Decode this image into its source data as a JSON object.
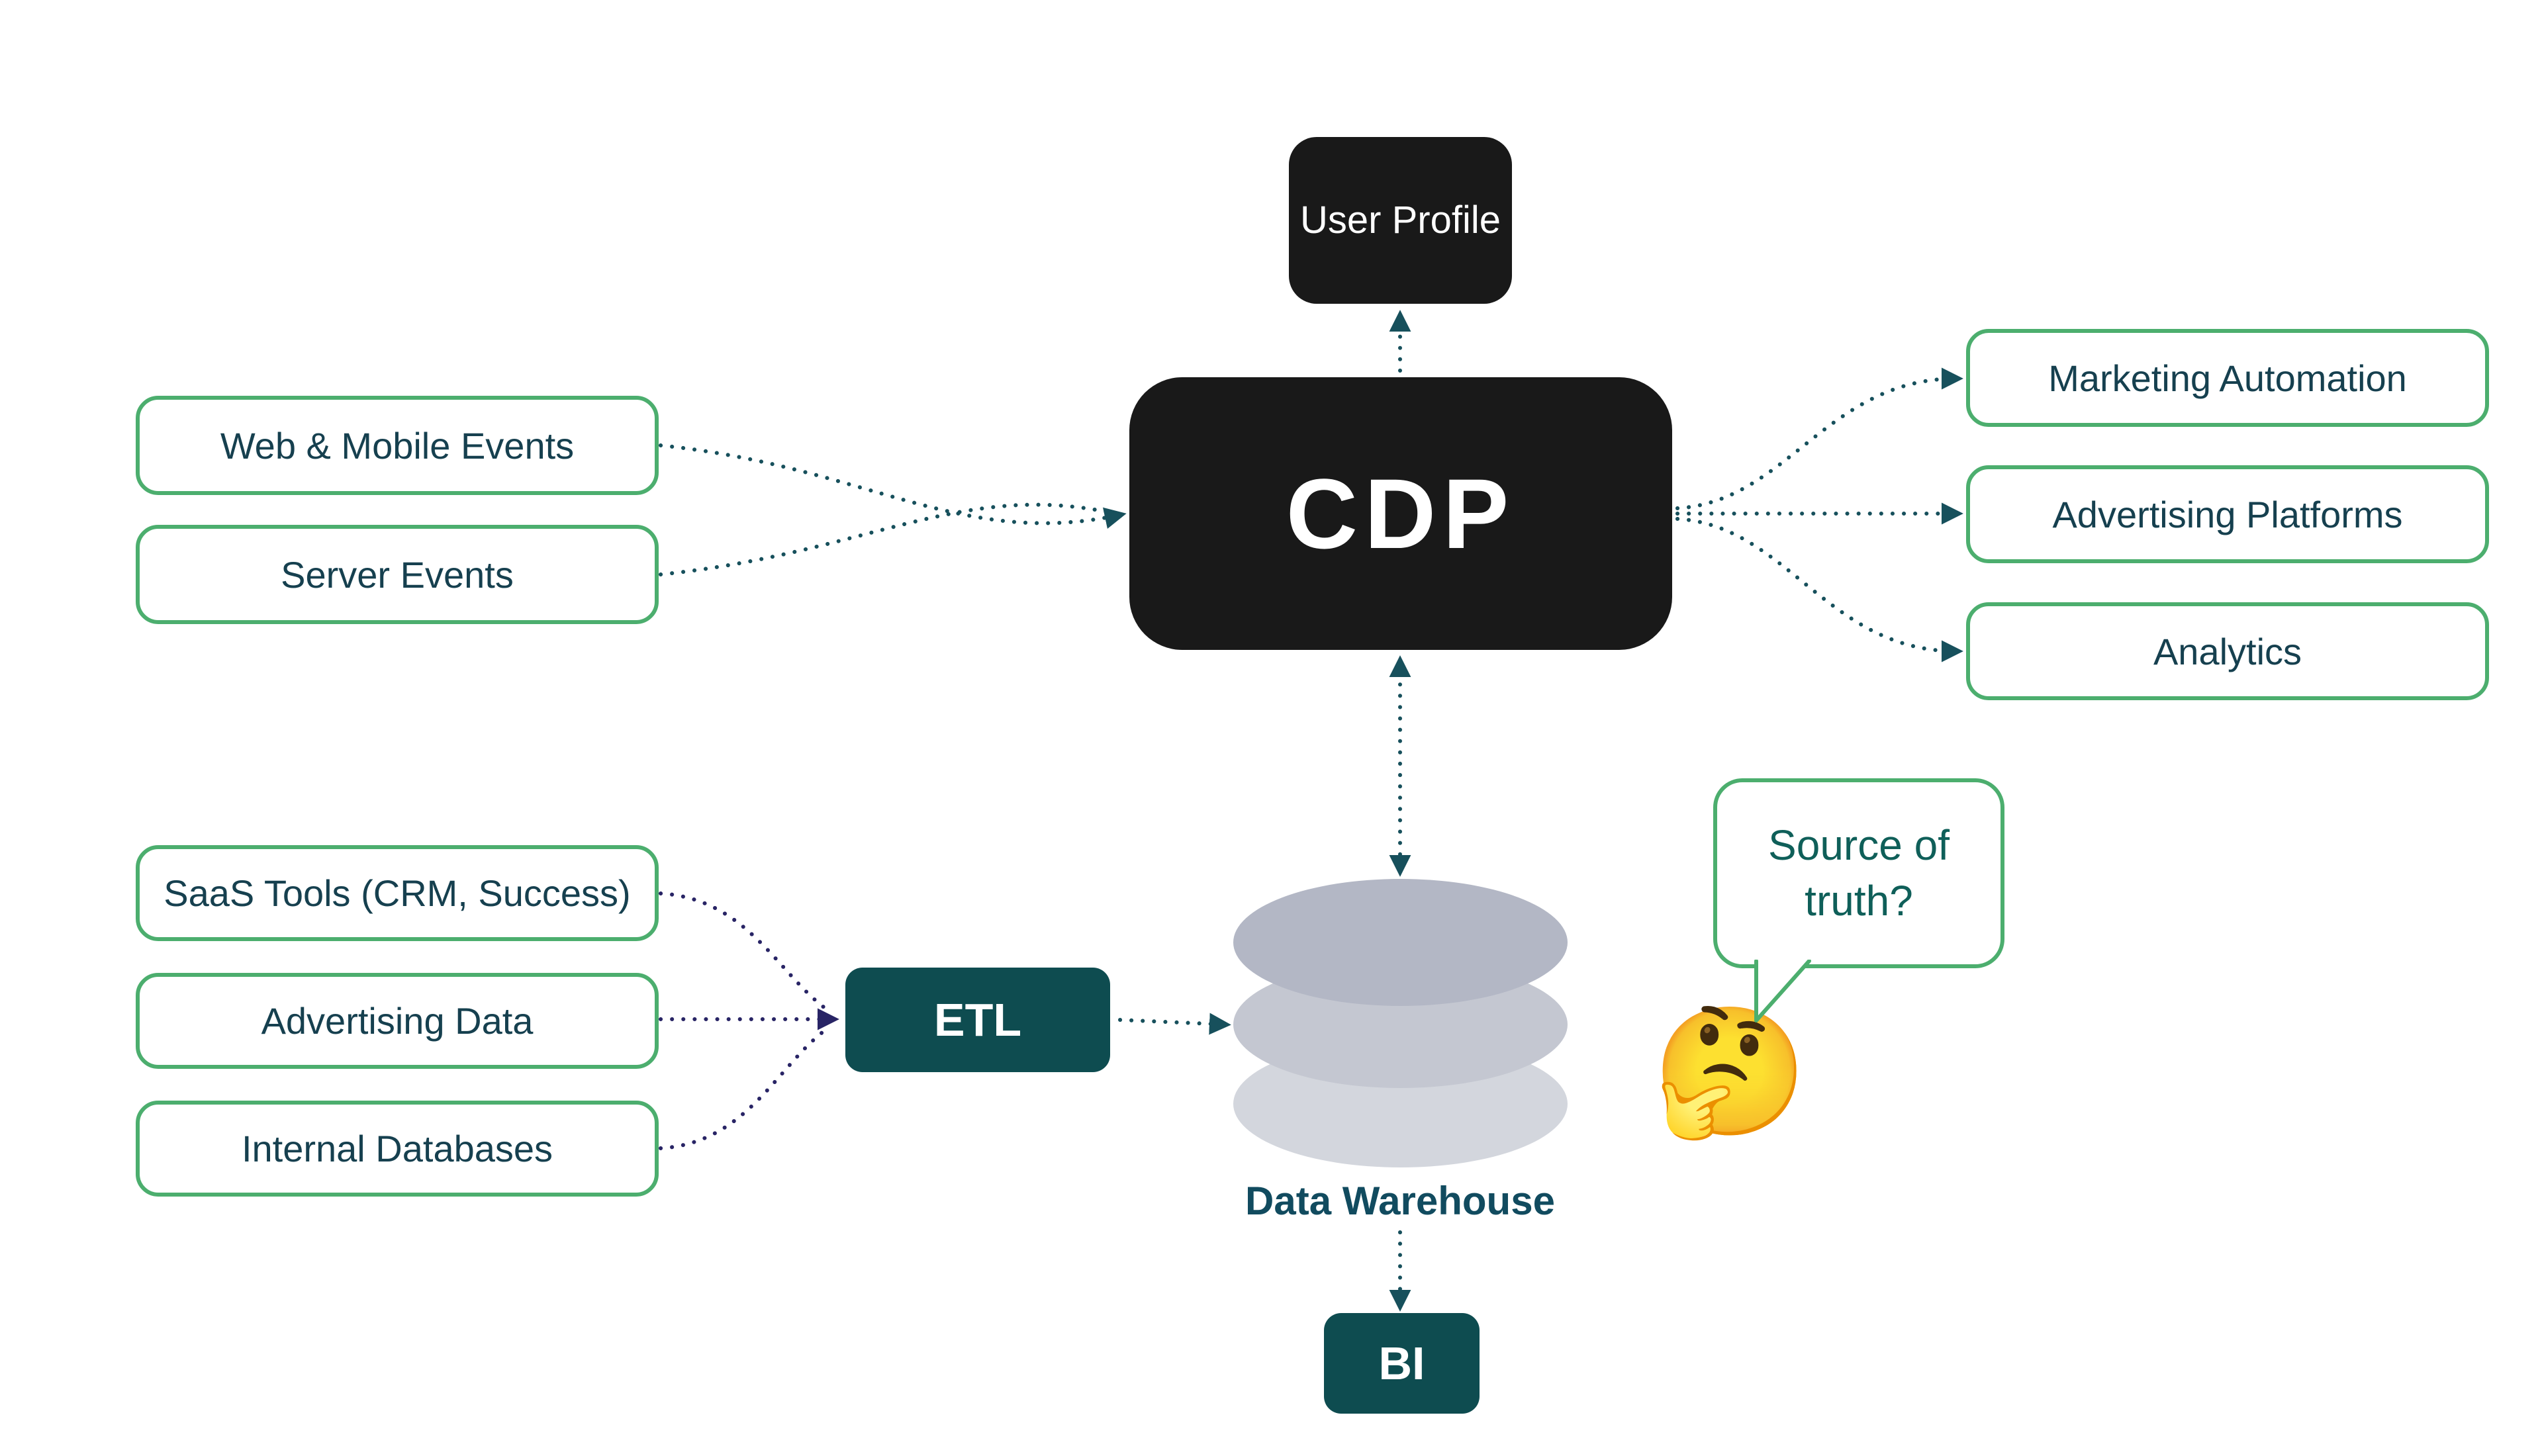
{
  "diagram": {
    "user_profile": {
      "label": "User Profile"
    },
    "cdp": {
      "label": "CDP"
    },
    "sources_top": [
      {
        "label": "Web & Mobile Events"
      },
      {
        "label": "Server Events"
      }
    ],
    "destinations": [
      {
        "label": "Marketing Automation"
      },
      {
        "label": "Advertising Platforms"
      },
      {
        "label": "Analytics"
      }
    ],
    "sources_bottom": [
      {
        "label": "SaaS Tools (CRM, Success)"
      },
      {
        "label": "Advertising Data"
      },
      {
        "label": "Internal Databases"
      }
    ],
    "etl": {
      "label": "ETL"
    },
    "data_warehouse": {
      "label": "Data Warehouse"
    },
    "bi": {
      "label": "BI"
    },
    "annotation": {
      "text": "Source of truth?",
      "emoji": "🤔"
    }
  },
  "colors": {
    "green": "#4cae6e",
    "ink": "#16404f",
    "dark": "#191919",
    "teal": "#0e4c50",
    "teal-text": "#114b5f",
    "bubble-text": "#0f5f59",
    "arrow-teal": "#17505c",
    "arrow-navy": "#282465",
    "cyl-top": "#b3b7c5",
    "cyl-mid": "#c4c7d1",
    "cyl-bot": "#d3d6dd"
  }
}
